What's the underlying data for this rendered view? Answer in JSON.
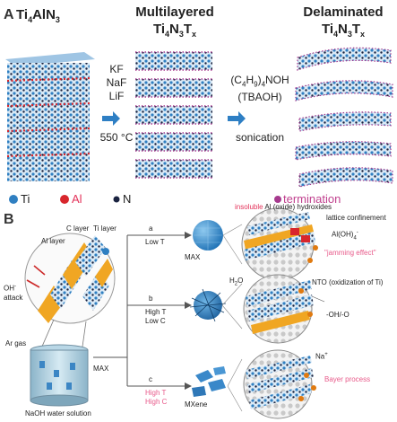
{
  "panel_a": {
    "letter": "A",
    "stage1": {
      "title_main": "Ti",
      "title_sub1": "4",
      "title_mid": "AlN",
      "title_sub2": "3"
    },
    "stage2": {
      "title_line1": "Multilayered",
      "title_main": "Ti",
      "title_sub1": "4",
      "title_mid": "N",
      "title_sub2": "3",
      "title_end": "T",
      "title_sub3": "x"
    },
    "stage3": {
      "title_line1": "Delaminated",
      "title_main": "Ti",
      "title_sub1": "4",
      "title_mid": "N",
      "title_sub2": "3",
      "title_end": "T",
      "title_sub3": "x"
    },
    "step1": {
      "reagents": [
        "KF",
        "NaF",
        "LiF"
      ],
      "temperature": "550 °C"
    },
    "step2": {
      "reagent_main": "(C",
      "reagent_sub1": "4",
      "reagent_mid": "H",
      "reagent_sub2": "9",
      "reagent_end": ")",
      "reagent_sub3": "4",
      "reagent_tail": "NOH",
      "abbr": "(TBAOH)",
      "process": "sonication"
    },
    "legend": [
      {
        "label": "Ti",
        "color": "#2f7fc1"
      },
      {
        "label": "Al",
        "color": "#d8262c"
      },
      {
        "label": "N",
        "color": "#1a2340"
      },
      {
        "label": "termination",
        "color": "#a63a8e"
      }
    ]
  },
  "panel_b": {
    "letter": "B",
    "labels": {
      "c_layer": "C layer",
      "ti_layer": "Ti layer",
      "al_layer": "Al layer",
      "oh_attack_1": "OH",
      "oh_attack_sup": "-",
      "oh_attack_2": "attack",
      "ar_gas": "Ar gas",
      "max_center": "MAX",
      "naoh": "NaOH water solution"
    },
    "branches": [
      {
        "letter": "a",
        "cond1": "Low T",
        "cond2": "",
        "product": "MAX"
      },
      {
        "letter": "b",
        "cond1": "High T",
        "cond2": "Low C",
        "product": ""
      },
      {
        "letter": "c",
        "cond1": "High T",
        "cond2": "High C",
        "product": "MXene"
      }
    ],
    "annotations": {
      "insoluble_1": "insoluble",
      "insoluble_2": "Al (oxide) hydroxides",
      "lattice": "lattice confinement",
      "aloh": "Al(OH)",
      "aloh_sub": "4",
      "aloh_sup": "-",
      "jamming": "\"jamming effect\"",
      "h2o": "H",
      "h2o_sub": "2",
      "h2o_end": "O",
      "nto": "NTO (oxidization of Ti)",
      "oh_o": "-OH/-O",
      "na": "Na",
      "na_sup": "+",
      "bayer": "Bayer process"
    }
  }
}
